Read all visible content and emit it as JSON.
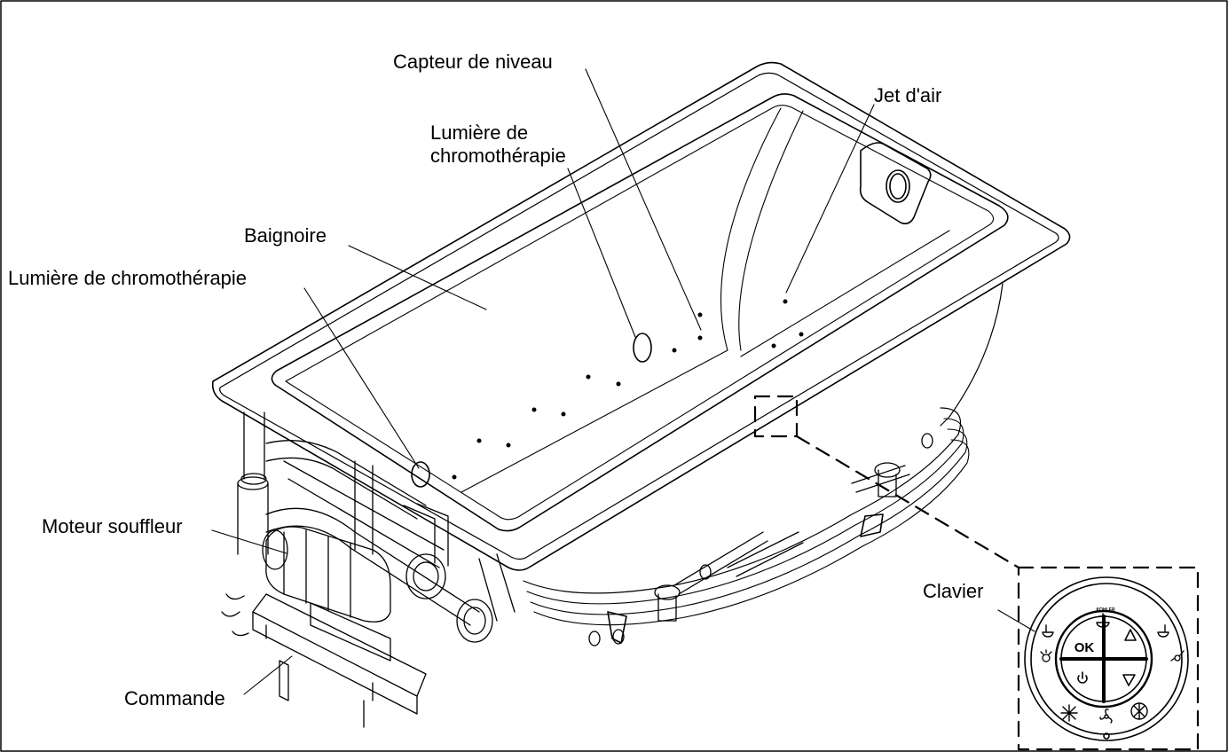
{
  "labels": {
    "capteur_niveau": "Capteur de niveau",
    "lumiere_top_line1": "Lumière de",
    "lumiere_top_line2": "chromothérapie",
    "jet_air": "Jet d'air",
    "baignoire": "Baignoire",
    "lumiere_left": "Lumière de chromothérapie",
    "moteur": "Moteur souffleur",
    "commande": "Commande",
    "clavier": "Clavier"
  },
  "keypad": {
    "ok": "OK",
    "brand": "KOHLER"
  },
  "colors": {
    "line": "#000000",
    "background": "#ffffff"
  }
}
